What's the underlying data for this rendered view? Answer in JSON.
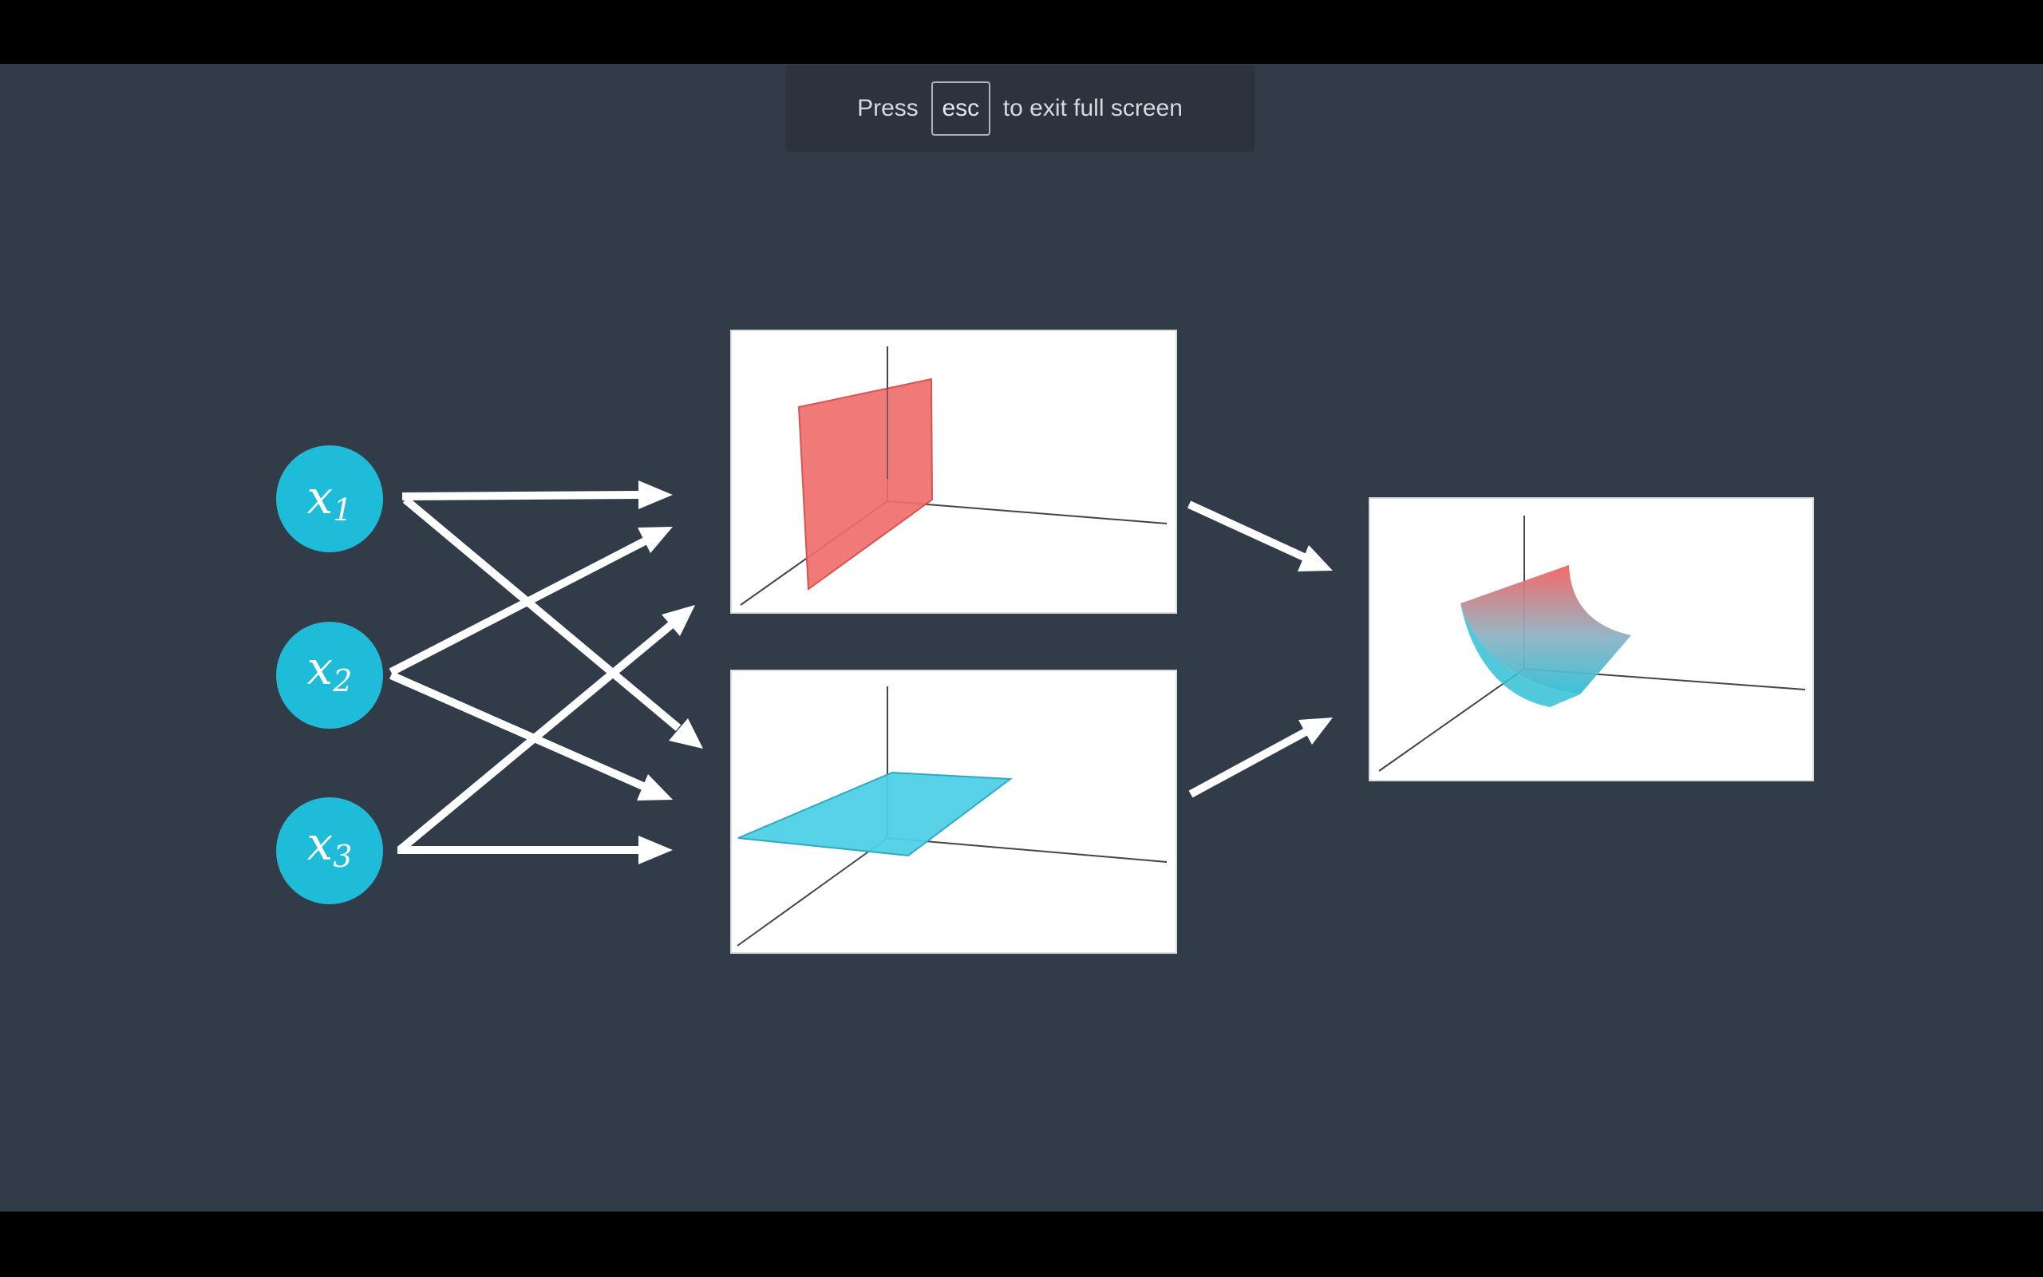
{
  "fullscreen_notice": {
    "prefix": "Press",
    "key": "esc",
    "suffix": "to exit full screen"
  },
  "inputs": [
    {
      "var": "x",
      "sub": "1"
    },
    {
      "var": "x",
      "sub": "2"
    },
    {
      "var": "x",
      "sub": "3"
    }
  ],
  "colors": {
    "background": "#323c49",
    "node_fill": "#1fbcd9",
    "plane_red": "#ee6f6c",
    "plane_blue": "#4fd0e6"
  }
}
